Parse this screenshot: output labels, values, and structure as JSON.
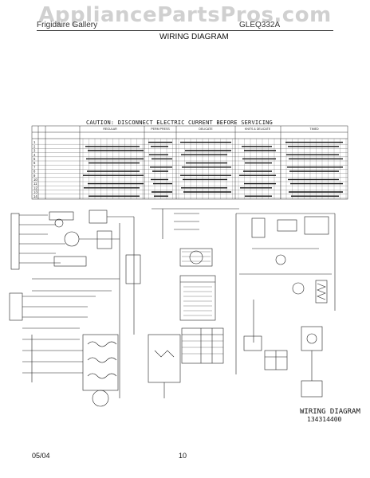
{
  "header": {
    "watermark": "AppliancePartsPros.com",
    "brand": "Frigidaire Gallery",
    "model": "GLEQ332A",
    "title": "WIRING DIAGRAM"
  },
  "caution": "CAUTION: DISCONNECT ELECTRIC CURRENT BEFORE SERVICING",
  "cycle_headers": [
    "REGULAR",
    "PERM PRESS",
    "DELICATE",
    "KNITS & DELICATE",
    "TIMED"
  ],
  "row_numbers": [
    "1",
    "2",
    "3",
    "4",
    "5",
    "6",
    "7",
    "8",
    "9",
    "10",
    "11",
    "12",
    "13",
    "14"
  ],
  "footer_label": "WIRING DIAGRAM",
  "part_number": "134314400",
  "date": "05/04",
  "page_number": "10"
}
